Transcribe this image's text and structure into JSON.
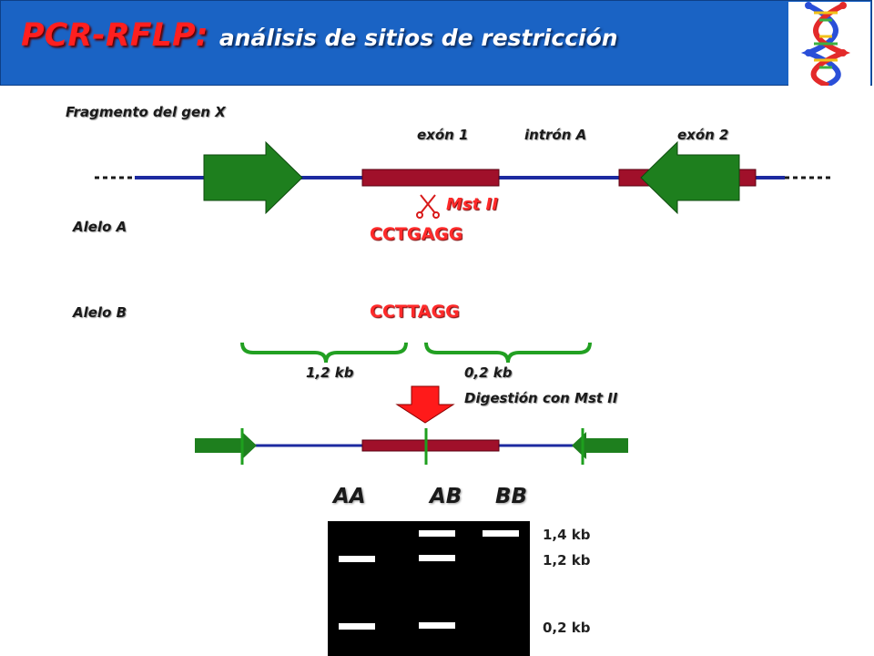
{
  "header": {
    "title_main": "PCR-RFLP:",
    "title_sub": "análisis de sitios de restricción",
    "logo_icon": "dna-helix-icon"
  },
  "gene": {
    "fragment_label": "Fragmento del gen X",
    "exon1_label": "exón 1",
    "intron_label": "intrón A",
    "exon2_label": "exón 2"
  },
  "enzyme": {
    "label": "Mst II",
    "icon": "scissors-icon"
  },
  "alleles": {
    "a_label": "Alelo A",
    "a_sequence": "CCTGAGG",
    "b_label": "Alelo B",
    "b_sequence": "CCTTAGG"
  },
  "fragments": {
    "left_size": "1,2 kb",
    "right_size": "0,2 kb",
    "digestion_label": "Digestión con Mst II"
  },
  "gel": {
    "genotypes": [
      "AA",
      "AB",
      "BB"
    ],
    "ladder": [
      "1,4 kb",
      "1,2 kb",
      "0,2 kb"
    ]
  },
  "colors": {
    "header_bg": "#1a63c4",
    "title_red": "#ff1f1f",
    "primer_green": "#1e7f1e",
    "exon_red": "#a0102a",
    "strand_blue": "#1c2aa0",
    "gel_bg": "#000000"
  }
}
